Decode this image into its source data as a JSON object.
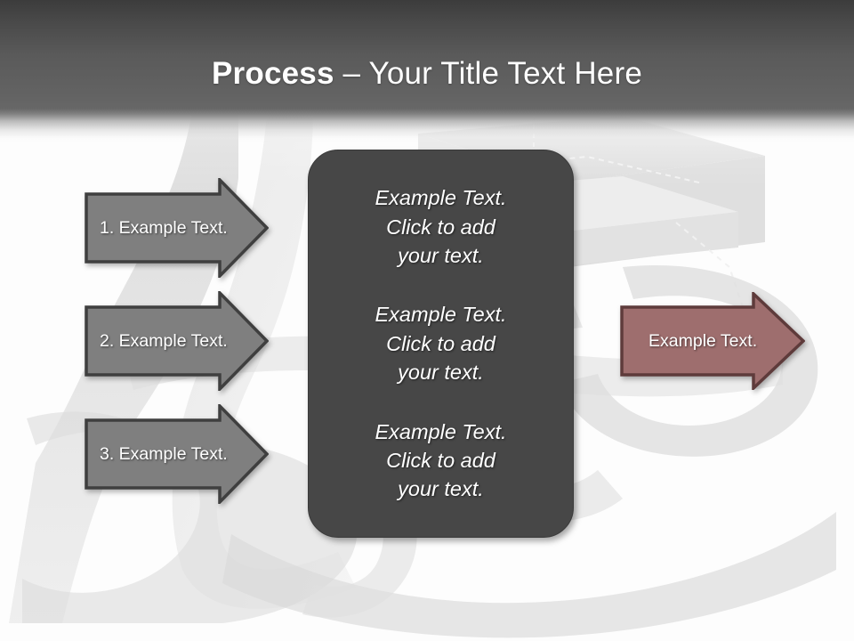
{
  "slide": {
    "title_bold": "Process",
    "title_rest": " – Your Title Text Here",
    "title_full": "Process – Your Title Text Here",
    "background_theme": "gift-box-ribbon-watermark"
  },
  "colors": {
    "header_top": "#3c3c3c",
    "header_bottom": "#676767",
    "slide_background": "#fdfdfd",
    "gray_arrow_fill": "#7f7f7f",
    "gray_arrow_border": "#3f3f3f",
    "red_arrow_fill": "#9e6e6e",
    "red_arrow_border": "#5e3b3b",
    "panel_fill": "#474747",
    "panel_border": "#3a3a3a",
    "text_on_shape": "#ffffff",
    "watermark_gray": "#d5d5d5"
  },
  "left_arrows": [
    {
      "label": "1. Example Text."
    },
    {
      "label": "2. Example Text."
    },
    {
      "label": "3. Example Text."
    }
  ],
  "center_panel": {
    "paragraphs": [
      "Example Text.\nClick  to add\nyour text.",
      "Example Text.\nClick  to add\nyour text.",
      "Example Text.\nClick  to add\nyour text."
    ]
  },
  "result_arrow": {
    "label": "Example Text."
  }
}
